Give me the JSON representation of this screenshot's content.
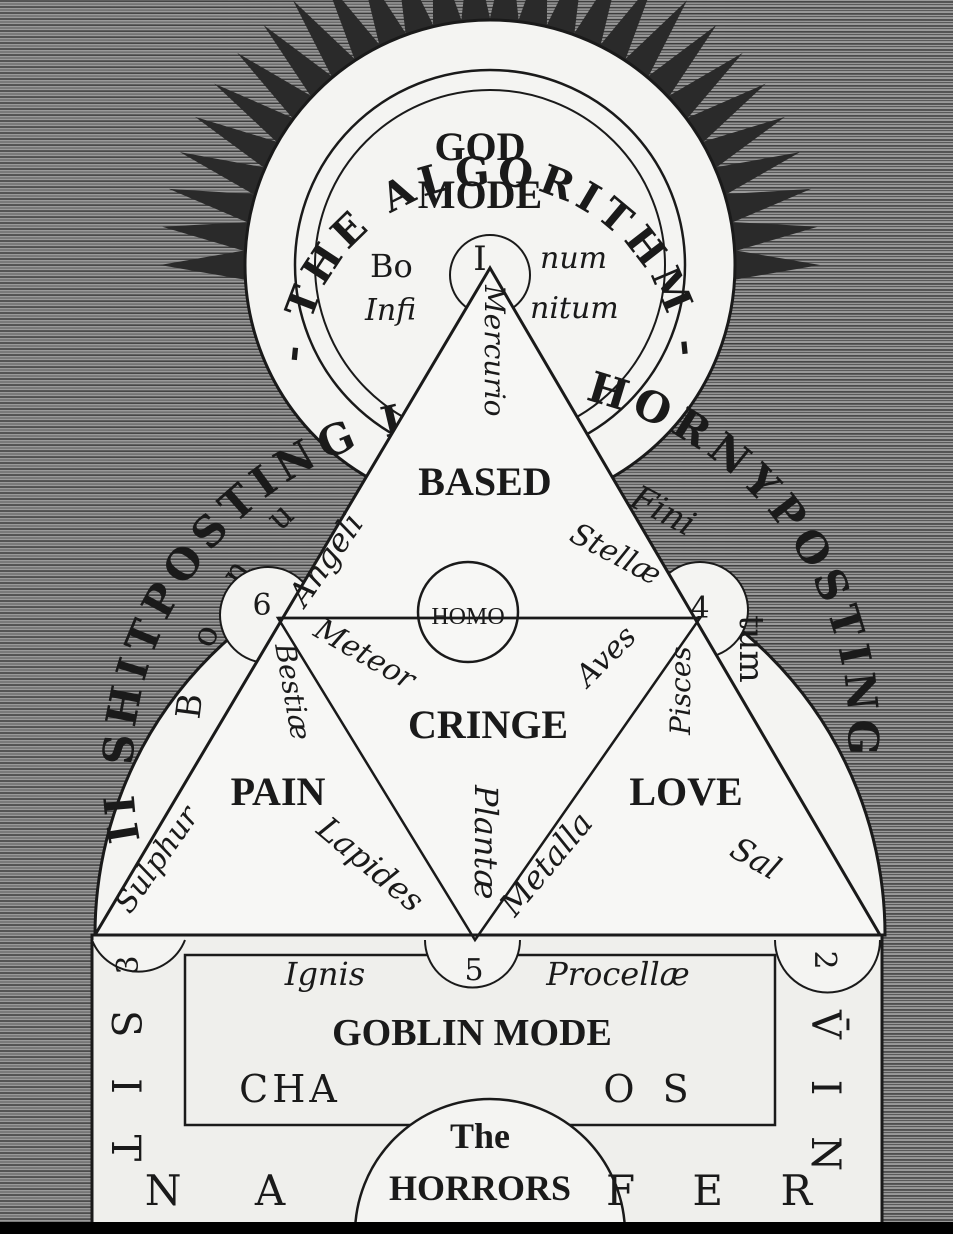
{
  "colors": {
    "ink": "#1a1a1a",
    "paper": "#f4f4f2",
    "engraving": "#6f6f6f",
    "frame": "#000000"
  },
  "arc_texts": {
    "algorithm": "III - THE ALGORITHM - III",
    "shitposting": "II SHITPOSTING II",
    "hornyposting": "HORNYPOSTING"
  },
  "god_mode": {
    "line1": "GOD",
    "line2": "MODE"
  },
  "top_circle": {
    "numeral": "I",
    "bo": "Bo",
    "num": "num",
    "infi": "Infi",
    "nitum": "nitum",
    "mercurius": "Mercurio"
  },
  "side_arcs": {
    "bonum": "B o n u m",
    "finitum_left": "Fini",
    "finitum_right": "tum"
  },
  "regions": {
    "based": "BASED",
    "cringe": "CRINGE",
    "pain": "PAIN",
    "love": "LOVE",
    "goblin_mode": "GOBLIN MODE",
    "the": "The",
    "horrors": "HORRORS",
    "homo": "HOMO"
  },
  "latin": {
    "angeli": "Angeli",
    "stellae": "Stellæ",
    "meteor": "Meteor",
    "aves": "Aves",
    "bestiae": "Bestiæ",
    "pisces": "Pisces",
    "lapides": "Lapides",
    "plantae": "Plantæ",
    "metalla": "Metalla",
    "sulphur": "Sulphur",
    "sal": "Sal",
    "ignis": "Ignis",
    "procellae": "Procellæ"
  },
  "numbers": {
    "six": "6",
    "four": "4",
    "three": "3",
    "five": "5",
    "two": "2"
  },
  "base_block": {
    "cha": "CHA",
    "os": "O S",
    "left_vertical": "S I T",
    "right_vertical": "V̄ I N",
    "bottom_left": "N A",
    "bottom_right": "F E R"
  }
}
